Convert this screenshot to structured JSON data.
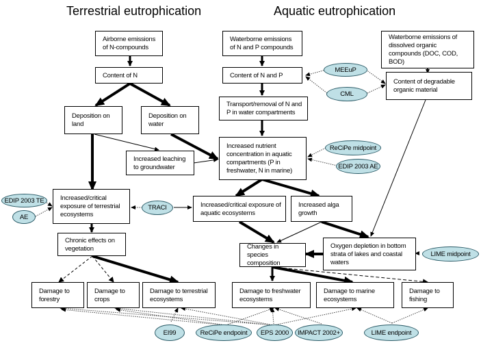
{
  "titles": {
    "terrestrial": "Terrestrial eutrophication",
    "aquatic": "Aquatic eutrophication"
  },
  "boxes": {
    "airborne_emissions": "Airborne emissions of N-compounds",
    "content_n": "Content of N",
    "deposition_land": "Deposition on land",
    "deposition_water": "Deposition on water",
    "leaching_groundwater": "Increased leaching to groundwater",
    "exposure_terrestrial": "Increased/critical exposure of terrestrial ecosystems",
    "chronic_effects": "Chronic effects on vegetation",
    "damage_forestry": "Damage to forestry",
    "damage_crops": "Damage to crops",
    "damage_terrestrial": "Damage to terrestrial ecosystems",
    "waterborne_np": "Waterborne emissions of N and P compounds",
    "content_np": "Content of N and P",
    "transport_removal": "Transport/removal of N and P in water compartments",
    "nutrient_concentration": "Increased nutrient concentration in aquatic compartments (P in freshwater, N in marine)",
    "exposure_aquatic": "Increased/critical  exposure of aquatic ecosystems",
    "alga_growth": "Increased alga growth",
    "species_composition": "Changes in species composition",
    "oxygen_depletion": "Oxygen depletion in bottom strata of lakes and coastal waters",
    "waterborne_organic": "Waterborne emissions of dissolved organic compounds (DOC, COD, BOD)",
    "degradable_organic": "Content of degradable organic material",
    "damage_freshwater": "Damage to freshwater ecosystems",
    "damage_marine": "Damage to marine ecosystems",
    "damage_fishing": "Damage to fishing"
  },
  "methods": {
    "edip2003_te": "EDIP 2003 TE",
    "ae": "AE",
    "traci": "TRACI",
    "meeup": "MEEuP",
    "cml": "CML",
    "recipe_midpoint": "ReCiPe midpoint",
    "edip2003_ae": "EDIP 2003 AE",
    "lime_midpoint": "LIME midpoint",
    "ei99": "EI99",
    "recipe_endpoint": "ReCiPe endpoint",
    "eps2000": "EPS 2000",
    "impact2002": "IMPACT 2002+",
    "lime_endpoint": "LIME endpoint"
  },
  "colors": {
    "method_fill": "#bfe0e6",
    "method_border": "#2a5a66",
    "edge": "#000000",
    "method_edge": "#444444"
  }
}
